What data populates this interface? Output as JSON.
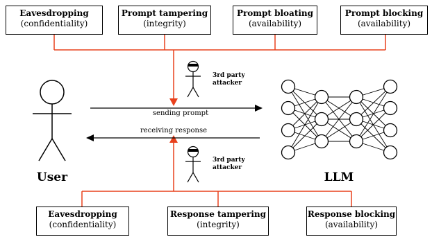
{
  "top_boxes": [
    {
      "title": "Eavesdropping",
      "subtitle": "(confidentiality)"
    },
    {
      "title": "Prompt tampering",
      "subtitle": "(integrity)"
    },
    {
      "title": "Prompt bloating",
      "subtitle": "(availability)"
    },
    {
      "title": "Prompt blocking",
      "subtitle": "(availability)"
    }
  ],
  "bottom_boxes": [
    {
      "title": "Eavesdropping",
      "subtitle": "(confidentiality)"
    },
    {
      "title": "Response tampering",
      "subtitle": "(integrity)"
    },
    {
      "title": "Response blocking",
      "subtitle": "(availability)"
    }
  ],
  "arrows": {
    "sending": "sending prompt",
    "receiving": "receiving response"
  },
  "attacker_label_line1": "3rd party",
  "attacker_label_line2": "attacker",
  "user_label": "User",
  "llm_label": "LLM",
  "colors": {
    "accent": "#e8401c",
    "line": "#000000"
  }
}
